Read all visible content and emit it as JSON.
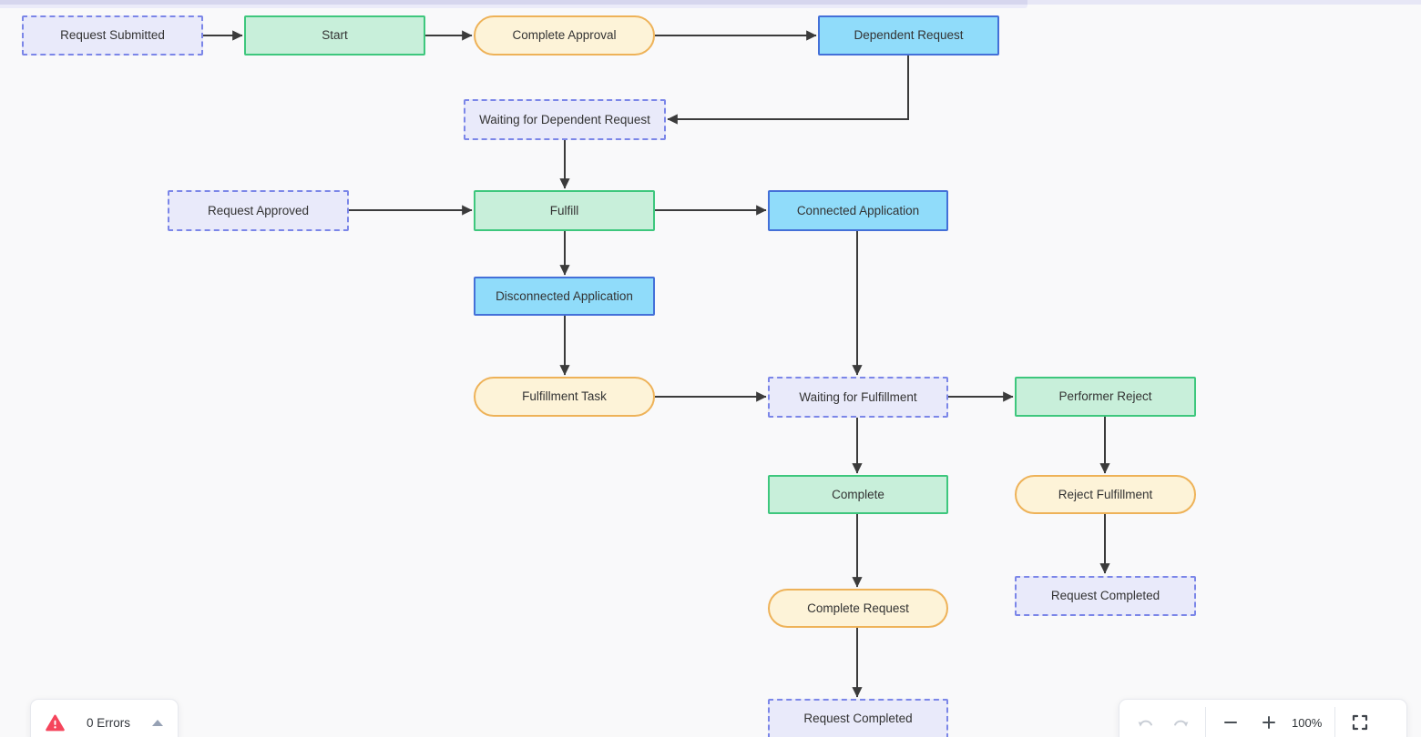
{
  "colors": {
    "canvas_bg": "#f9f9fa",
    "edge": "#3b3b3b",
    "text": "#333333",
    "state_fill": "#e9eafa",
    "state_border": "#7b86e8",
    "task_fill": "#c8efda",
    "task_border": "#3ec77d",
    "app_fill": "#90dcfa",
    "app_border": "#4470d8",
    "event_fill": "#fdf3d8",
    "event_border": "#eeb258",
    "error_red": "#f5455c",
    "panel_bg": "#ffffff",
    "scrollbar_track": "#e7e7f6",
    "scrollbar_thumb": "#d6d6ee",
    "icon_muted": "#c9ced6",
    "icon_dark": "#4a5056"
  },
  "diagram": {
    "nodes": [
      {
        "id": "request-submitted",
        "type": "state",
        "label": "Request Submitted"
      },
      {
        "id": "start",
        "type": "task",
        "label": "Start"
      },
      {
        "id": "complete-approval",
        "type": "event",
        "label": "Complete Approval"
      },
      {
        "id": "dependent-request",
        "type": "application",
        "label": "Dependent Request"
      },
      {
        "id": "waiting-for-dependent-request",
        "type": "state",
        "label": "Waiting for Dependent Request"
      },
      {
        "id": "request-approved",
        "type": "state",
        "label": "Request Approved"
      },
      {
        "id": "fulfill",
        "type": "task",
        "label": "Fulfill"
      },
      {
        "id": "connected-application",
        "type": "application",
        "label": "Connected Application"
      },
      {
        "id": "disconnected-application",
        "type": "application",
        "label": "Disconnected Application"
      },
      {
        "id": "fulfillment-task",
        "type": "event",
        "label": "Fulfillment Task"
      },
      {
        "id": "waiting-for-fulfillment",
        "type": "state",
        "label": "Waiting for Fulfillment"
      },
      {
        "id": "performer-reject",
        "type": "task",
        "label": "Performer Reject"
      },
      {
        "id": "complete",
        "type": "task",
        "label": "Complete"
      },
      {
        "id": "reject-fulfillment",
        "type": "event",
        "label": "Reject Fulfillment"
      },
      {
        "id": "complete-request",
        "type": "event",
        "label": "Complete Request"
      },
      {
        "id": "request-completed-right",
        "type": "state",
        "label": "Request Completed"
      },
      {
        "id": "request-completed-bottom",
        "type": "state",
        "label": "Request Completed"
      }
    ],
    "edges": [
      {
        "from": "request-submitted",
        "to": "start"
      },
      {
        "from": "start",
        "to": "complete-approval"
      },
      {
        "from": "complete-approval",
        "to": "dependent-request"
      },
      {
        "from": "dependent-request",
        "to": "waiting-for-dependent-request"
      },
      {
        "from": "waiting-for-dependent-request",
        "to": "fulfill"
      },
      {
        "from": "request-approved",
        "to": "fulfill"
      },
      {
        "from": "fulfill",
        "to": "connected-application"
      },
      {
        "from": "fulfill",
        "to": "disconnected-application"
      },
      {
        "from": "disconnected-application",
        "to": "fulfillment-task"
      },
      {
        "from": "fulfillment-task",
        "to": "waiting-for-fulfillment"
      },
      {
        "from": "connected-application",
        "to": "waiting-for-fulfillment"
      },
      {
        "from": "waiting-for-fulfillment",
        "to": "performer-reject"
      },
      {
        "from": "waiting-for-fulfillment",
        "to": "complete"
      },
      {
        "from": "performer-reject",
        "to": "reject-fulfillment"
      },
      {
        "from": "complete",
        "to": "complete-request"
      },
      {
        "from": "reject-fulfillment",
        "to": "request-completed-right"
      },
      {
        "from": "complete-request",
        "to": "request-completed-bottom"
      }
    ]
  },
  "errors_panel": {
    "label": "0 Errors",
    "icon": "warning-triangle-icon",
    "collapse_icon": "chevron-up-icon"
  },
  "zoom_toolbar": {
    "zoom_label": "100%",
    "icons": [
      "undo-icon",
      "redo-icon",
      "zoom-out-icon",
      "zoom-in-icon",
      "fullscreen-icon"
    ]
  }
}
